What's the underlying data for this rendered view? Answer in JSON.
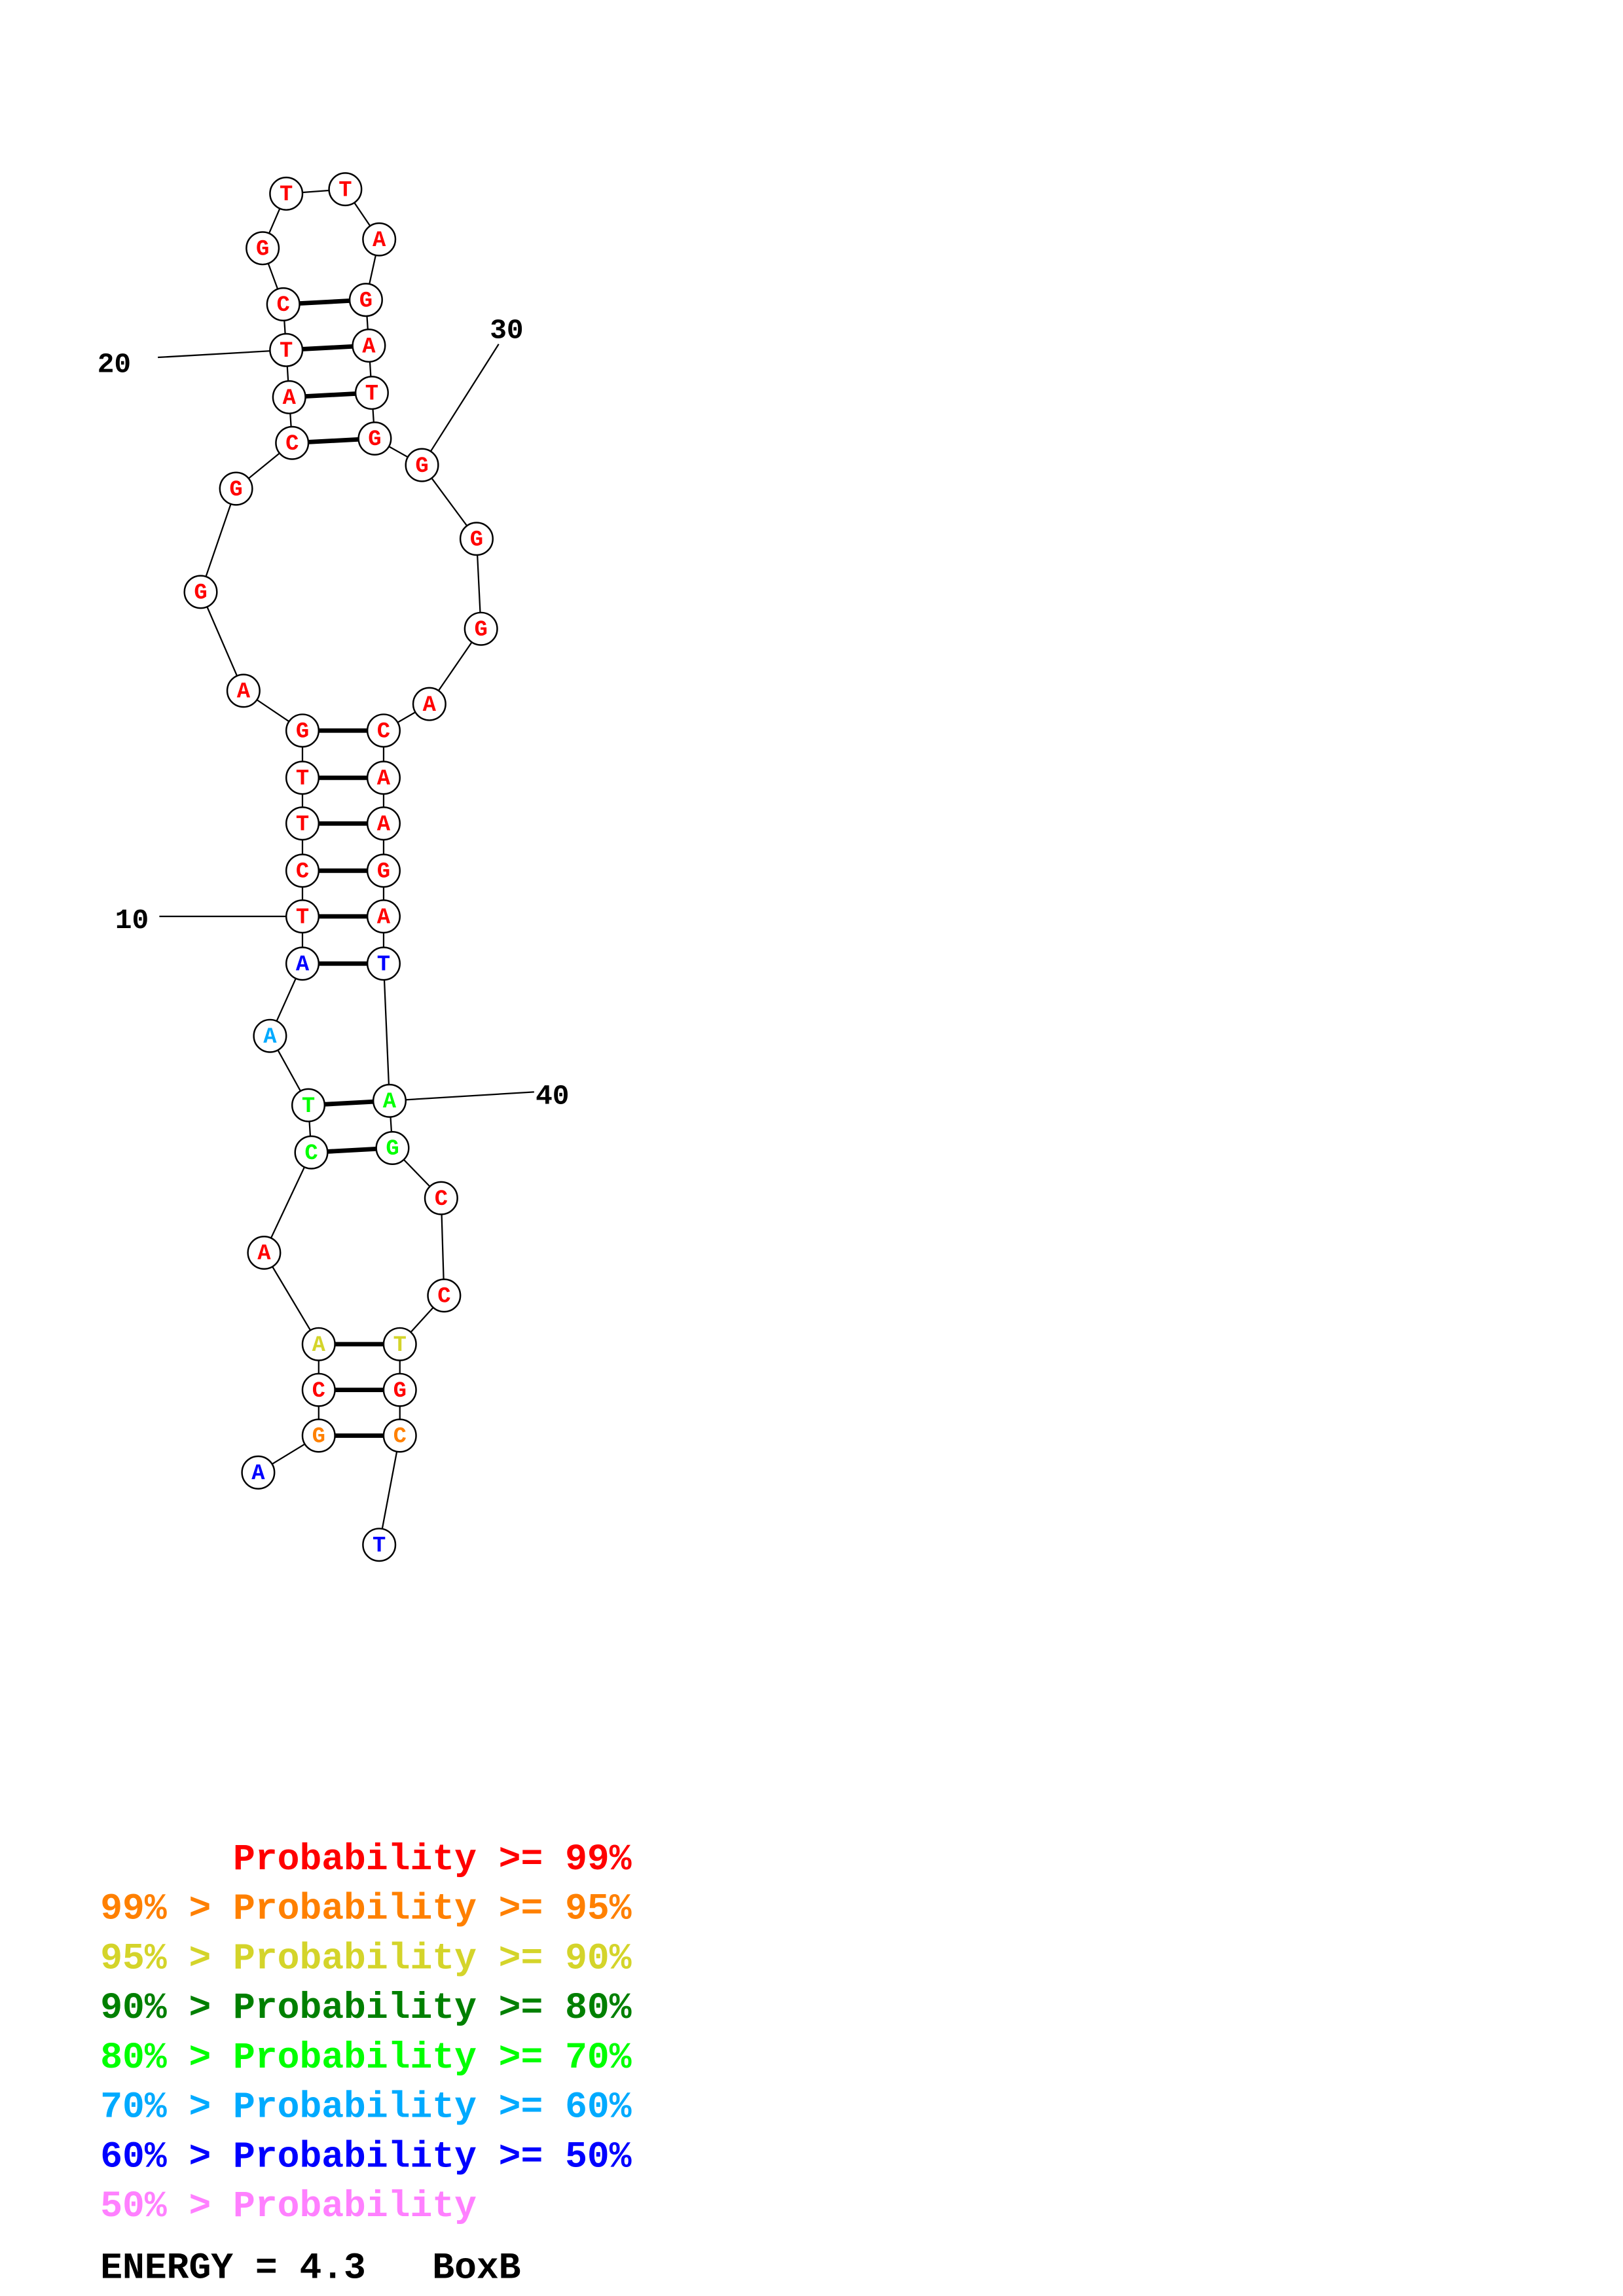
{
  "title": "BoxB",
  "energy_label": "ENERGY = 4.3   BoxB",
  "energy_value": 4.3,
  "colors": {
    "p99": "#ff0000",
    "p95": "#ff8000",
    "p90": "#d4d42a",
    "p80": "#008000",
    "p70": "#00ff00",
    "p60": "#00aaff",
    "p50": "#0000ff",
    "plow": "#ff80ff"
  },
  "sequence": [
    {
      "n": 1,
      "b": "A",
      "p": "p50"
    },
    {
      "n": 2,
      "b": "G",
      "p": "p95"
    },
    {
      "n": 3,
      "b": "C",
      "p": "p99"
    },
    {
      "n": 4,
      "b": "A",
      "p": "p90"
    },
    {
      "n": 5,
      "b": "A",
      "p": "p99"
    },
    {
      "n": 6,
      "b": "C",
      "p": "p70"
    },
    {
      "n": 7,
      "b": "T",
      "p": "p70"
    },
    {
      "n": 8,
      "b": "A",
      "p": "p60"
    },
    {
      "n": 9,
      "b": "A",
      "p": "p50"
    },
    {
      "n": 10,
      "b": "T",
      "p": "p99"
    },
    {
      "n": 11,
      "b": "C",
      "p": "p99"
    },
    {
      "n": 12,
      "b": "T",
      "p": "p99"
    },
    {
      "n": 13,
      "b": "T",
      "p": "p99"
    },
    {
      "n": 14,
      "b": "G",
      "p": "p99"
    },
    {
      "n": 15,
      "b": "A",
      "p": "p99"
    },
    {
      "n": 16,
      "b": "G",
      "p": "p99"
    },
    {
      "n": 17,
      "b": "G",
      "p": "p99"
    },
    {
      "n": 18,
      "b": "C",
      "p": "p99"
    },
    {
      "n": 19,
      "b": "A",
      "p": "p99"
    },
    {
      "n": 20,
      "b": "T",
      "p": "p99"
    },
    {
      "n": 21,
      "b": "C",
      "p": "p99"
    },
    {
      "n": 22,
      "b": "G",
      "p": "p99"
    },
    {
      "n": 23,
      "b": "T",
      "p": "p99"
    },
    {
      "n": 24,
      "b": "T",
      "p": "p99"
    },
    {
      "n": 25,
      "b": "A",
      "p": "p99"
    },
    {
      "n": 26,
      "b": "G",
      "p": "p99"
    },
    {
      "n": 27,
      "b": "A",
      "p": "p99"
    },
    {
      "n": 28,
      "b": "T",
      "p": "p99"
    },
    {
      "n": 29,
      "b": "G",
      "p": "p99"
    },
    {
      "n": 30,
      "b": "G",
      "p": "p99"
    },
    {
      "n": 31,
      "b": "G",
      "p": "p99"
    },
    {
      "n": 32,
      "b": "G",
      "p": "p99"
    },
    {
      "n": 33,
      "b": "A",
      "p": "p99"
    },
    {
      "n": 34,
      "b": "C",
      "p": "p99"
    },
    {
      "n": 35,
      "b": "A",
      "p": "p99"
    },
    {
      "n": 36,
      "b": "A",
      "p": "p99"
    },
    {
      "n": 37,
      "b": "G",
      "p": "p99"
    },
    {
      "n": 38,
      "b": "A",
      "p": "p99"
    },
    {
      "n": 39,
      "b": "T",
      "p": "p50"
    },
    {
      "n": 40,
      "b": "A",
      "p": "p70"
    },
    {
      "n": 41,
      "b": "G",
      "p": "p70"
    },
    {
      "n": 42,
      "b": "C",
      "p": "p99"
    },
    {
      "n": 43,
      "b": "C",
      "p": "p99"
    },
    {
      "n": 44,
      "b": "T",
      "p": "p90"
    },
    {
      "n": 45,
      "b": "G",
      "p": "p99"
    },
    {
      "n": 46,
      "b": "C",
      "p": "p95"
    },
    {
      "n": 47,
      "b": "T",
      "p": "p50"
    }
  ],
  "pairs": [
    [
      2,
      46
    ],
    [
      3,
      45
    ],
    [
      4,
      44
    ],
    [
      6,
      41
    ],
    [
      7,
      40
    ],
    [
      9,
      39
    ],
    [
      10,
      38
    ],
    [
      11,
      37
    ],
    [
      12,
      36
    ],
    [
      13,
      35
    ],
    [
      14,
      34
    ],
    [
      18,
      29
    ],
    [
      19,
      28
    ],
    [
      20,
      27
    ],
    [
      21,
      26
    ]
  ],
  "position_labels": [
    {
      "n": 10,
      "text": "10"
    },
    {
      "n": 20,
      "text": "20"
    },
    {
      "n": 30,
      "text": "30"
    },
    {
      "n": 40,
      "text": "40"
    }
  ],
  "legend": [
    {
      "text": "      Probability >= 99%",
      "p": "p99"
    },
    {
      "text": "99% > Probability >= 95%",
      "p": "p95"
    },
    {
      "text": "95% > Probability >= 90%",
      "p": "p90"
    },
    {
      "text": "90% > Probability >= 80%",
      "p": "p80"
    },
    {
      "text": "80% > Probability >= 70%",
      "p": "p70"
    },
    {
      "text": "70% > Probability >= 60%",
      "p": "p60"
    },
    {
      "text": "60% > Probability >= 50%",
      "p": "p50"
    },
    {
      "text": "50% > Probability",
      "p": "plow"
    }
  ]
}
